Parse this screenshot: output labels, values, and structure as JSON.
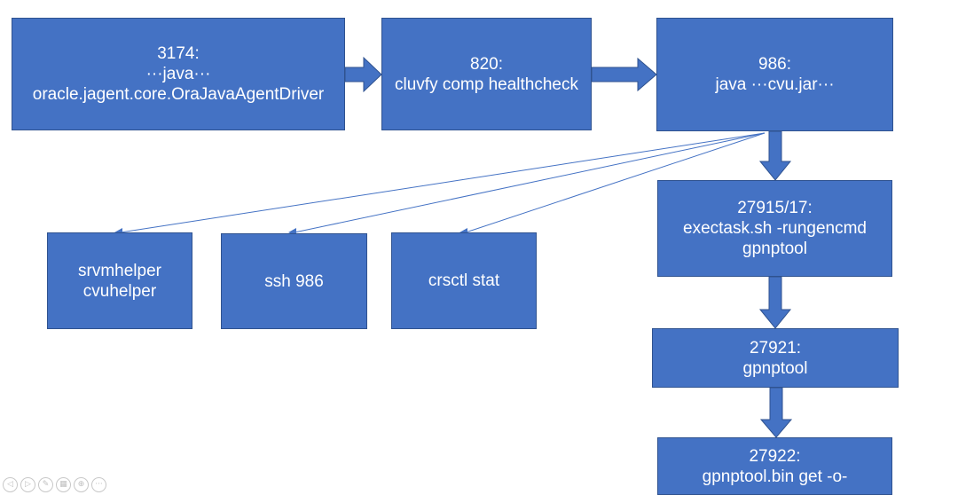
{
  "nodes": {
    "n3174": {
      "lines": [
        "3174:",
        "···java···",
        "oracle.jagent.core.OraJavaAgentDriver"
      ]
    },
    "n820": {
      "lines": [
        "820:",
        "cluvfy comp healthcheck"
      ]
    },
    "n986": {
      "lines": [
        "986:",
        "java ···cvu.jar···"
      ]
    },
    "n27915": {
      "lines": [
        "27915/17:",
        "exectask.sh -rungencmd",
        "gpnptool"
      ]
    },
    "n27921": {
      "lines": [
        "27921:",
        "gpnptool"
      ]
    },
    "n27922": {
      "lines": [
        "27922:",
        "gpnptool.bin get -o-"
      ]
    },
    "srvmhelper": {
      "lines": [
        "srvmhelper",
        "cvuhelper"
      ]
    },
    "ssh": {
      "lines": [
        "ssh 986"
      ]
    },
    "crsctl": {
      "lines": [
        "crsctl stat"
      ]
    }
  },
  "toolbar": {
    "buttons": [
      {
        "name": "previous-slide-icon",
        "glyph": "◁"
      },
      {
        "name": "next-slide-icon",
        "glyph": "▷"
      },
      {
        "name": "pen-icon",
        "glyph": "✎"
      },
      {
        "name": "slides-grid-icon",
        "glyph": "▦"
      },
      {
        "name": "zoom-icon",
        "glyph": "⊕"
      },
      {
        "name": "more-options-icon",
        "glyph": "···"
      }
    ]
  },
  "colors": {
    "box_fill": "#4472C4",
    "box_border": "#2F528F",
    "text": "#FFFFFF"
  }
}
